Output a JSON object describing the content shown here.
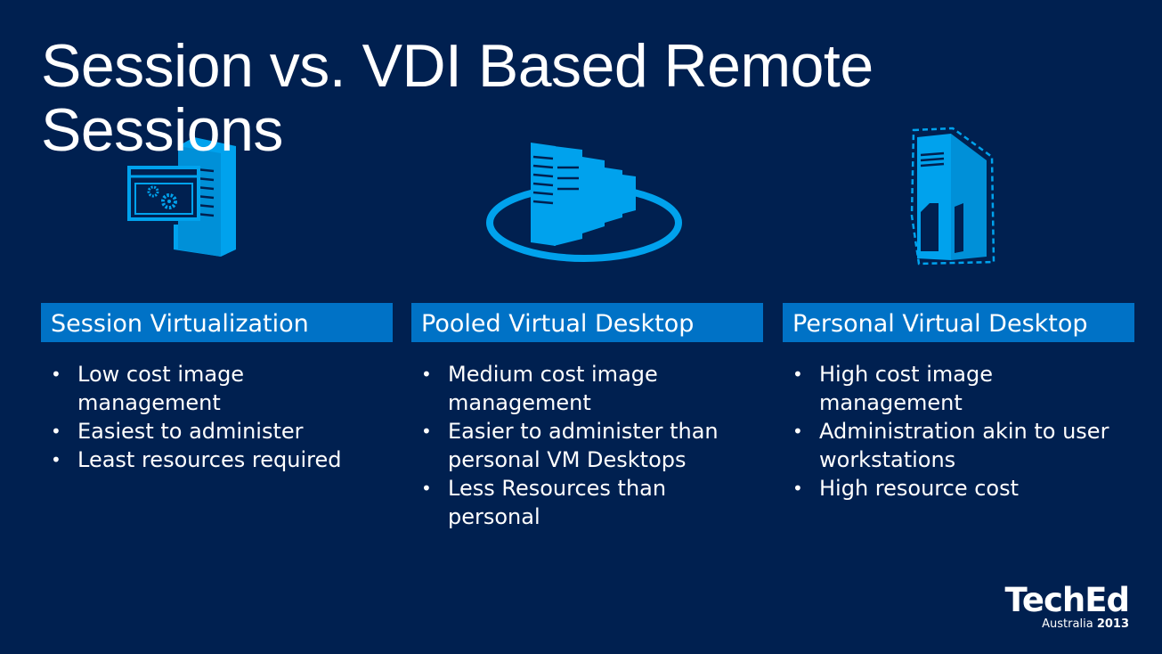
{
  "slide": {
    "title": "Session vs. VDI Based Remote Sessions"
  },
  "columns": [
    {
      "header": "Session Virtualization",
      "icon": "session-server-icon",
      "bullets": [
        "Low cost image management",
        "Easiest to administer",
        "Least resources required"
      ]
    },
    {
      "header": "Pooled Virtual Desktop",
      "icon": "server-pool-icon",
      "bullets": [
        "Medium cost image management",
        "Easier to administer than personal VM Desktops",
        "Less Resources than personal"
      ]
    },
    {
      "header": "Personal Virtual Desktop",
      "icon": "virtual-tower-icon",
      "bullets": [
        "High cost image management",
        "Administration akin to user workstations",
        "High resource cost"
      ]
    }
  ],
  "logo": {
    "name": "TechEd",
    "location": "Australia",
    "year": "2013"
  },
  "colors": {
    "background": "#002050",
    "header_bar": "#0072c6",
    "icon": "#00a2ed"
  }
}
